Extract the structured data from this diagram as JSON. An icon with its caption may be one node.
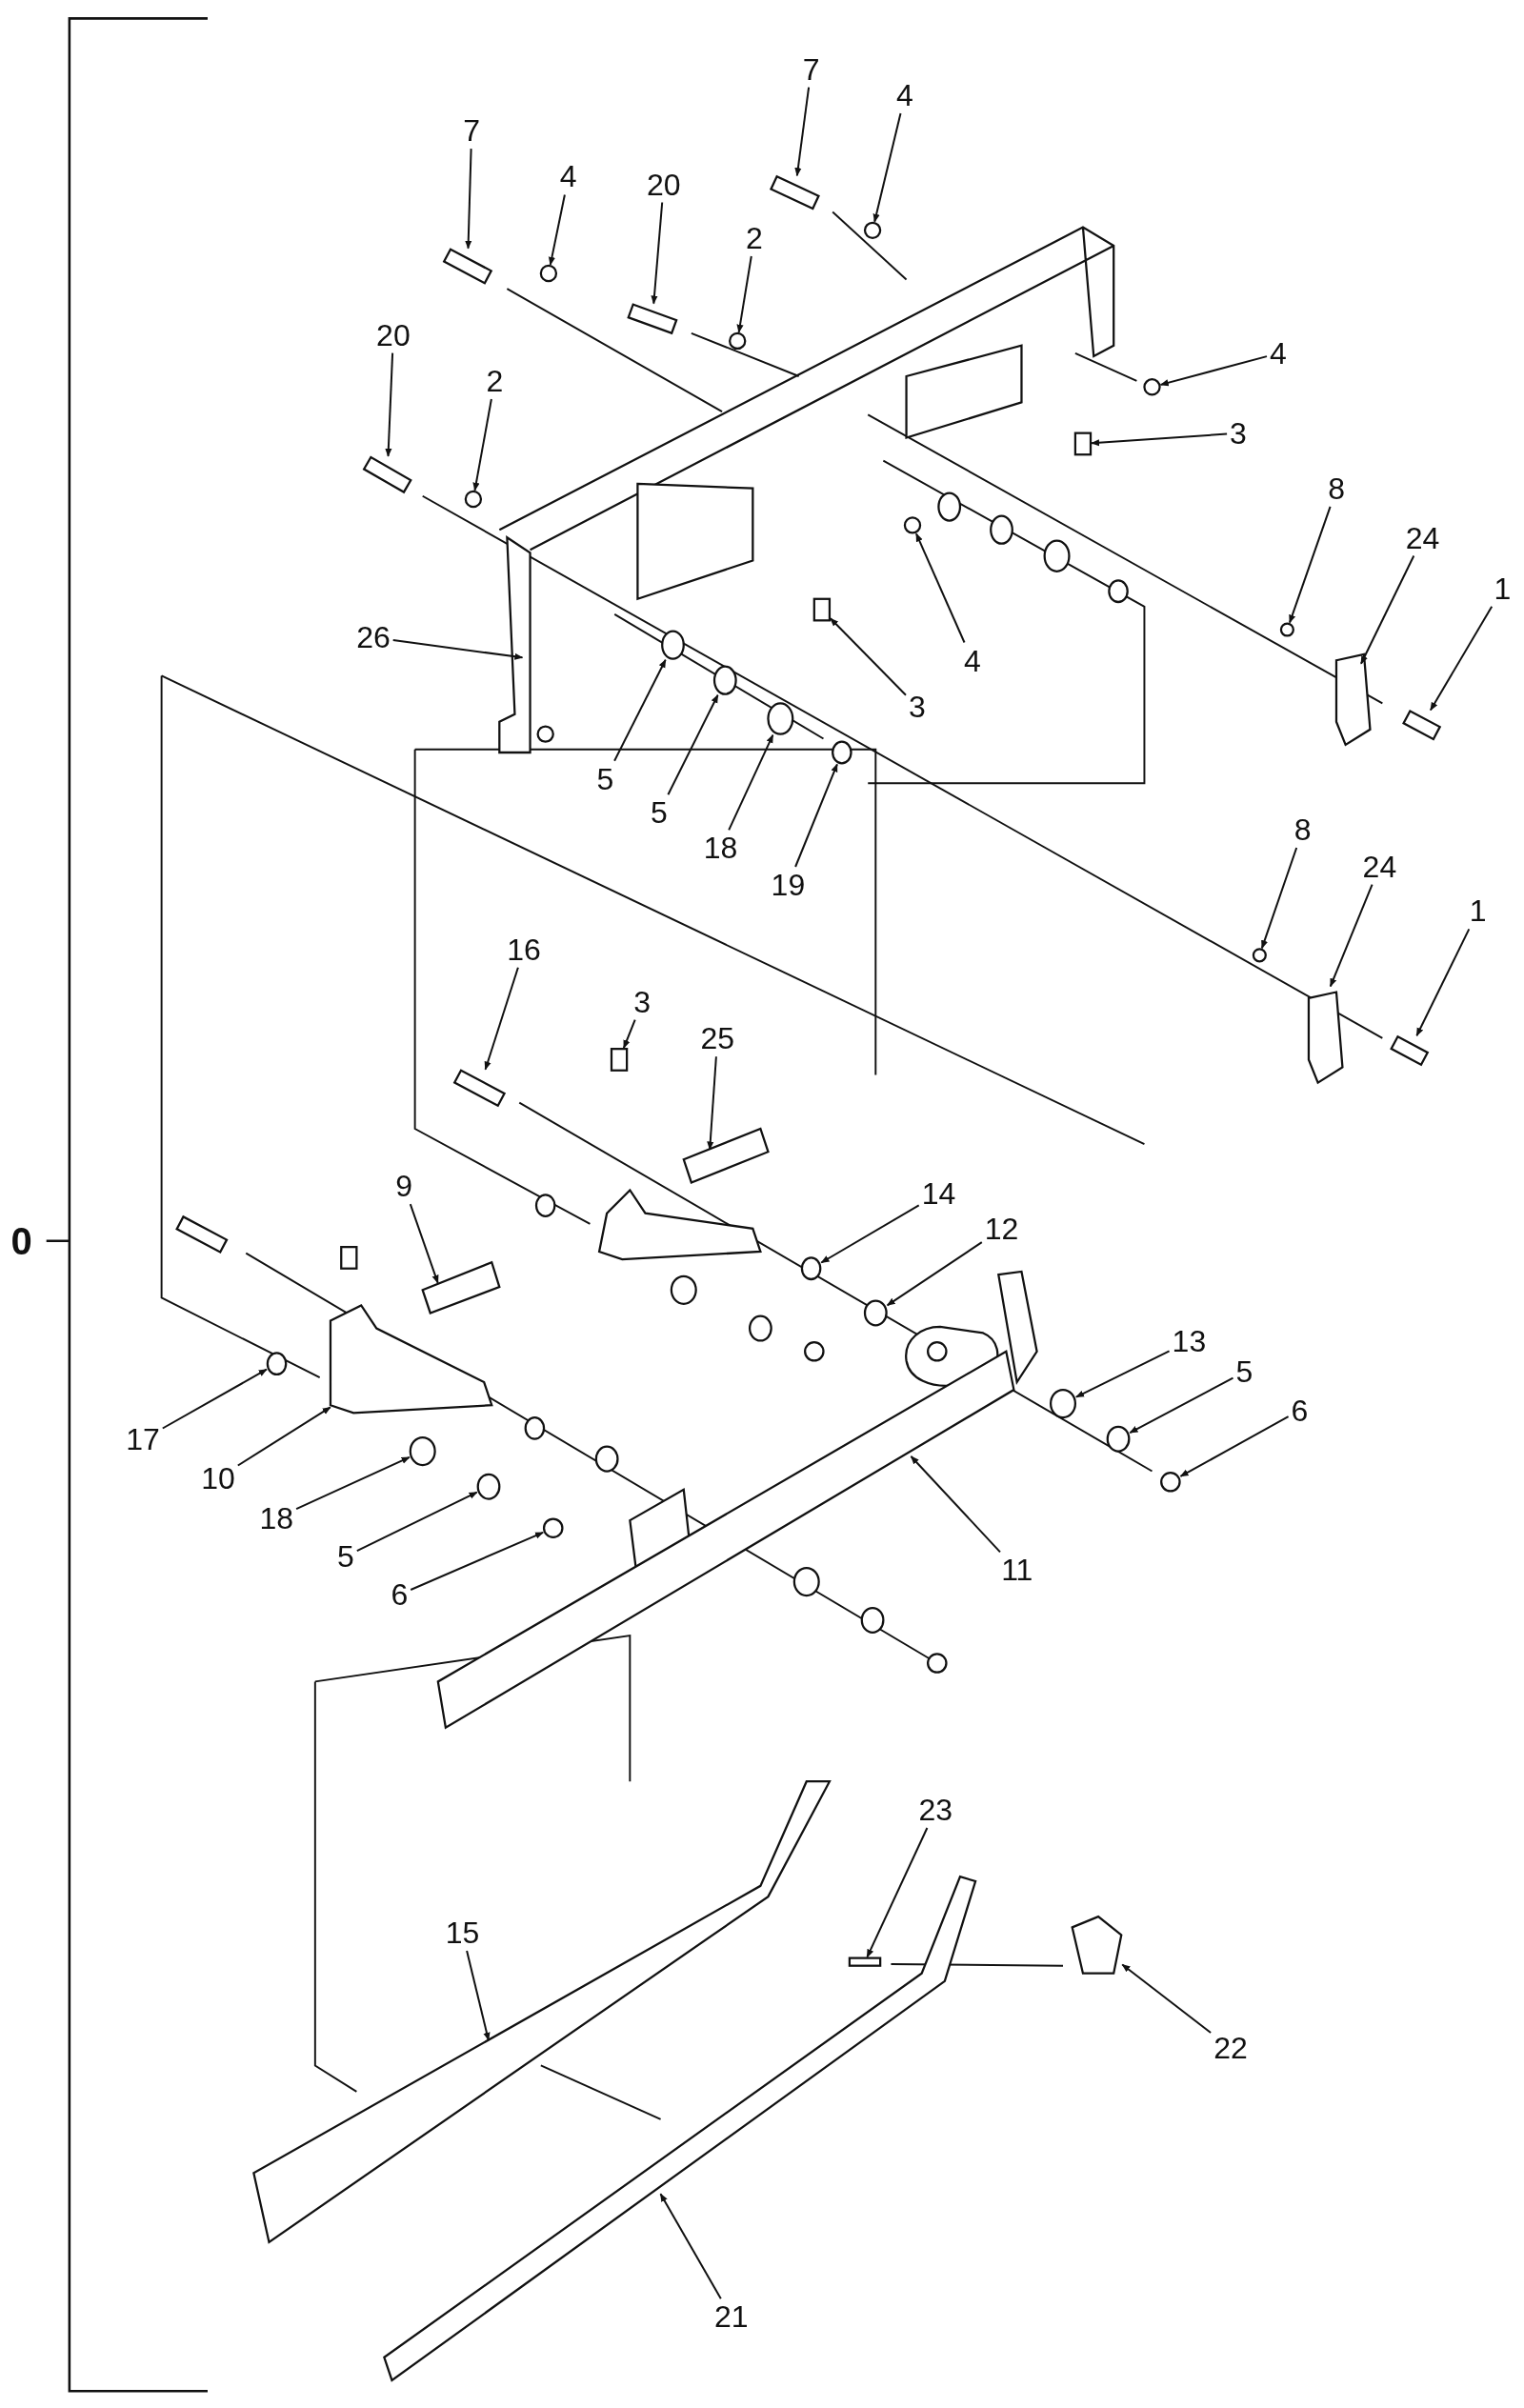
{
  "diagram": {
    "nodes": [
      {
        "text": [
          "7"
        ]
      },
      {
        "text": [
          "4"
        ]
      },
      {
        "text": [
          "20"
        ]
      },
      {
        "text": [
          "2"
        ]
      },
      {
        "text": [
          "7"
        ]
      },
      {
        "text": [
          "4"
        ]
      },
      {
        "text": [
          "20"
        ]
      },
      {
        "text": [
          "2"
        ]
      },
      {
        "text": [
          "4"
        ]
      },
      {
        "text": [
          "3"
        ]
      },
      {
        "text": [
          "8"
        ]
      },
      {
        "text": [
          "24"
        ]
      },
      {
        "text": [
          "1"
        ]
      },
      {
        "text": [
          "26"
        ]
      },
      {
        "text": [
          "4"
        ]
      },
      {
        "text": [
          "3"
        ]
      },
      {
        "text": [
          "5"
        ]
      },
      {
        "text": [
          "5"
        ]
      },
      {
        "text": [
          "18"
        ]
      },
      {
        "text": [
          "19"
        ]
      },
      {
        "text": [
          "8"
        ]
      },
      {
        "text": [
          "24"
        ]
      },
      {
        "text": [
          "1"
        ]
      },
      {
        "text": [
          "16"
        ]
      },
      {
        "text": [
          "3"
        ]
      },
      {
        "text": [
          "25"
        ]
      },
      {
        "text": [
          "9"
        ]
      },
      {
        "text": [
          "14"
        ]
      },
      {
        "text": [
          "12"
        ]
      },
      {
        "text": [
          "13"
        ]
      },
      {
        "text": [
          "5"
        ]
      },
      {
        "text": [
          "6"
        ]
      },
      {
        "text": [
          "17"
        ]
      },
      {
        "text": [
          "10"
        ]
      },
      {
        "text": [
          "18"
        ]
      },
      {
        "text": [
          "5"
        ]
      },
      {
        "text": [
          "6"
        ]
      },
      {
        "text": [
          "11"
        ]
      },
      {
        "text": [
          "23"
        ]
      },
      {
        "text": [
          "15"
        ]
      },
      {
        "text": [
          "22"
        ]
      },
      {
        "text": [
          "21"
        ]
      },
      {
        "text": [],
        "shape": "box"
      },
      {
        "text": [],
        "shape": "circle"
      },
      {
        "text": [],
        "shape": "box"
      },
      {
        "text": [],
        "shape": "circle"
      },
      {
        "text": [],
        "shape": "box"
      },
      {
        "text": [],
        "shape": "circle"
      },
      {
        "text": [],
        "shape": "box"
      },
      {
        "text": [],
        "shape": "circle"
      },
      {
        "text": [],
        "shape": "circle"
      },
      {
        "text": [],
        "shape": "box"
      },
      {
        "text": [],
        "shape": "circle"
      },
      {
        "text": [],
        "shape": "box"
      },
      {
        "text": [],
        "shape": "box"
      },
      {
        "text": [],
        "shape": "box"
      },
      {
        "text": [],
        "shape": "circle"
      },
      {
        "text": [],
        "shape": "box"
      },
      {
        "text": [],
        "shape": "circle"
      },
      {
        "text": [],
        "shape": "circle"
      },
      {
        "text": [],
        "shape": "circle"
      },
      {
        "text": [],
        "shape": "circle"
      },
      {
        "text": [],
        "shape": "circle"
      },
      {
        "text": [],
        "shape": "box"
      },
      {
        "text": [],
        "shape": "box"
      },
      {
        "text": [],
        "shape": "box"
      },
      {
        "text": [],
        "shape": "box"
      },
      {
        "text": [],
        "shape": "bar"
      },
      {
        "text": [],
        "shape": "bar"
      },
      {
        "text": [],
        "shape": "circle"
      },
      {
        "text": [],
        "shape": "circle"
      },
      {
        "text": [],
        "shape": "circle"
      },
      {
        "text": [],
        "shape": "circle"
      },
      {
        "text": [],
        "shape": "circle"
      },
      {
        "text": [],
        "shape": "circle"
      },
      {
        "text": [],
        "shape": "box"
      },
      {
        "text": [],
        "shape": "circle"
      },
      {
        "text": [],
        "shape": "circle"
      },
      {
        "text": [],
        "shape": "circle"
      },
      {
        "text": [],
        "shape": "bar"
      },
      {
        "text": [],
        "shape": "bar"
      },
      {
        "text": [],
        "shape": "bar"
      },
      {
        "text": [],
        "shape": "box"
      },
      {
        "text": [],
        "shape": "bar"
      }
    ],
    "edges": [
      {
        "from": 0,
        "to": 42,
        "arrow": "to"
      },
      {
        "from": 1,
        "to": 43,
        "arrow": "to"
      },
      {
        "from": 2,
        "to": 44,
        "arrow": "to"
      },
      {
        "from": 3,
        "to": 45,
        "arrow": "to"
      },
      {
        "from": 4,
        "to": 46,
        "arrow": "to"
      },
      {
        "from": 5,
        "to": 47,
        "arrow": "to"
      },
      {
        "from": 6,
        "to": 48,
        "arrow": "to"
      },
      {
        "from": 7,
        "to": 49,
        "arrow": "to"
      },
      {
        "from": 8,
        "to": 50,
        "arrow": "to"
      },
      {
        "from": 9,
        "to": 51,
        "arrow": "to"
      },
      {
        "from": 10,
        "to": 52,
        "arrow": "to"
      },
      {
        "from": 11,
        "to": 53,
        "arrow": "to"
      },
      {
        "from": 12,
        "to": 54,
        "arrow": "to"
      },
      {
        "from": 13,
        "to": 55,
        "arrow": "to"
      },
      {
        "from": 14,
        "to": 56,
        "arrow": "to"
      },
      {
        "from": 15,
        "to": 57,
        "arrow": "to"
      },
      {
        "from": 16,
        "to": 58,
        "arrow": "to"
      },
      {
        "from": 17,
        "to": 59,
        "arrow": "to"
      },
      {
        "from": 18,
        "to": 60,
        "arrow": "to"
      },
      {
        "from": 19,
        "to": 61,
        "arrow": "to"
      },
      {
        "from": 20,
        "to": 62,
        "arrow": "to"
      },
      {
        "from": 21,
        "to": 63,
        "arrow": "to"
      },
      {
        "from": 22,
        "to": 64,
        "arrow": "to"
      },
      {
        "from": 23,
        "to": 65,
        "arrow": "to"
      },
      {
        "from": 24,
        "to": 66,
        "arrow": "to"
      },
      {
        "from": 25,
        "to": 67,
        "arrow": "to"
      },
      {
        "from": 26,
        "to": 68,
        "arrow": "to"
      },
      {
        "from": 27,
        "to": 69,
        "arrow": "to"
      },
      {
        "from": 28,
        "to": 70,
        "arrow": "to"
      },
      {
        "from": 29,
        "to": 71,
        "arrow": "to"
      },
      {
        "from": 30,
        "to": 72,
        "arrow": "to"
      },
      {
        "from": 31,
        "to": 73,
        "arrow": "to"
      },
      {
        "from": 32,
        "to": 74,
        "arrow": "to"
      },
      {
        "from": 33,
        "to": 75,
        "arrow": "to"
      },
      {
        "from": 34,
        "to": 76,
        "arrow": "to"
      },
      {
        "from": 35,
        "to": 77,
        "arrow": "to"
      },
      {
        "from": 36,
        "to": 78,
        "arrow": "to"
      },
      {
        "from": 37,
        "to": 79,
        "arrow": "to"
      },
      {
        "from": 38,
        "to": 80,
        "arrow": "to"
      },
      {
        "from": 39,
        "to": 81,
        "arrow": "to"
      },
      {
        "from": 40,
        "to": 82,
        "arrow": "to"
      },
      {
        "from": 41,
        "to": 83,
        "arrow": "to"
      }
    ],
    "labels": [
      "0"
    ]
  }
}
